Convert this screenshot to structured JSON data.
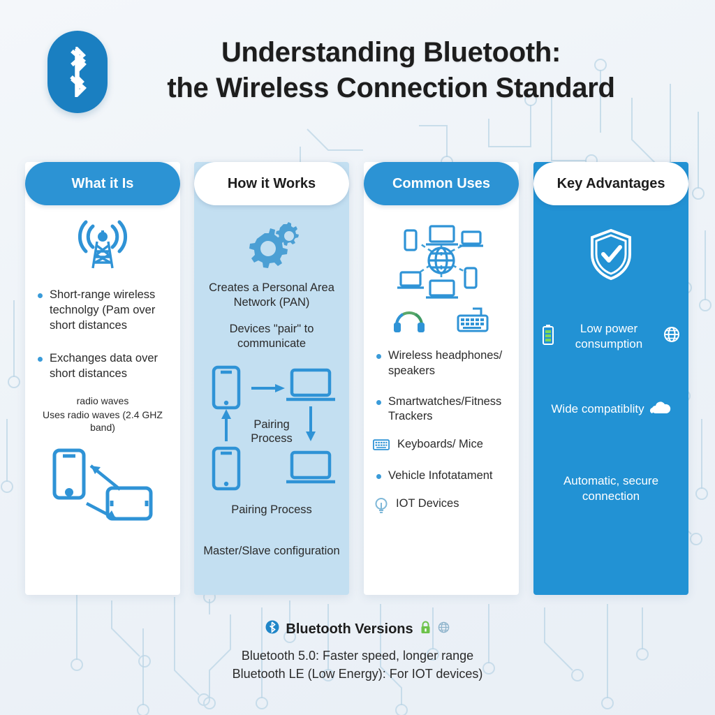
{
  "header": {
    "logo_icon": "bluetooth-icon",
    "title_line1": "Understanding Bluetooth:",
    "title_line2": "the Wireless Connection Standard"
  },
  "colors": {
    "brand_blue": "#2292d4",
    "pill_blue": "#2c93d4",
    "light_panel": "#c3dff1",
    "page_bg": "#eef3f8",
    "accent_dot": "#3a9bd9",
    "lock_green": "#6cc24a"
  },
  "columns": [
    {
      "id": "what-it-is",
      "header": "What it Is",
      "header_style": "blue",
      "panel_style": "white",
      "top_icon": "antenna-tower-icon",
      "bullets": [
        "Short-range wireless technolgy (Pam over short distances",
        "Exchanges data over short distances"
      ],
      "notes": [
        "radio waves",
        "Uses radio waves (2.4 GHZ band)"
      ],
      "bottom_icon": "phone-tablet-exchange-icon"
    },
    {
      "id": "how-it-works",
      "header": "How it Works",
      "header_style": "white",
      "panel_style": "light",
      "top_icon": "gears-icon",
      "lines": [
        "Creates a Personal Area Network (PAN)",
        "Devices \"pair\" to communicate"
      ],
      "flow_label": "Pairing Process",
      "flow_icons": [
        "phone-icon",
        "laptop-icon",
        "arrow-right-icon",
        "arrow-down-icon",
        "arrow-up-icon"
      ],
      "footer_lines": [
        "Pairing Process",
        "Master/Slave configuration"
      ]
    },
    {
      "id": "common-uses",
      "header": "Common Uses",
      "header_style": "blue",
      "panel_style": "white",
      "top_icon": "device-network-icon",
      "mid_icons": [
        "headphones-icon",
        "keyboard-icon"
      ],
      "items": [
        {
          "icon": "bullet-dot",
          "label": "Wireless headphones/ speakers"
        },
        {
          "icon": "bullet-dot",
          "label": "Smartwatches/Fitness Trackers"
        },
        {
          "icon": "keyboard-icon",
          "label": "Keyboards/ Mice"
        },
        {
          "icon": "bullet-dot",
          "label": "Vehicle Infotatament"
        },
        {
          "icon": "lightbulb-icon",
          "label": "IOT Devices"
        }
      ]
    },
    {
      "id": "key-advantages",
      "header": "Key Advantages",
      "header_style": "white",
      "panel_style": "blue",
      "top_icon": "shield-check-icon",
      "advantages": [
        {
          "left_icon": "battery-icon",
          "label": "Low power consumption",
          "right_icon": "globe-icon"
        },
        {
          "left_icon": "",
          "label": "Wide compatiblity",
          "right_icon": "cloud-icon"
        },
        {
          "left_icon": "",
          "label": "Automatic, secure connection",
          "right_icon": ""
        }
      ]
    }
  ],
  "footer": {
    "icon": "bluetooth-icon",
    "title": "Bluetooth Versions",
    "badge_icons": [
      "lock-icon",
      "globe-icon"
    ],
    "lines": [
      "Bluetooth 5.0: Faster speed, longer range",
      "Bluetooth LE (Low Energy): For IOT devices)"
    ]
  }
}
